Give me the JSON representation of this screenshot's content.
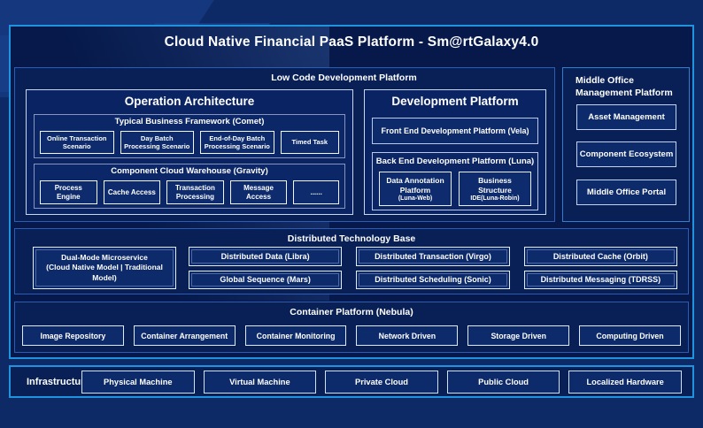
{
  "title": "Cloud Native Financial PaaS Platform - Sm@rtGalaxy4.0",
  "colors": {
    "background": "#0d2a66",
    "panel_fill": "#06194a",
    "accent_border": "#1f93de",
    "section_border": "#2c5cb4",
    "leaf_border": "#f2f6fc",
    "text": "#ffffff"
  },
  "low_code": {
    "label": "Low Code Development Platform",
    "operation": {
      "title": "Operation Architecture",
      "comet": {
        "label": "Typical Business Framework (Comet)",
        "items": [
          "Online Transaction Scenario",
          "Day Batch Processing Scenario",
          "End-of-Day Batch Processing Scenario",
          "Timed Task"
        ]
      },
      "gravity": {
        "label": "Component Cloud Warehouse (Gravity)",
        "items": [
          "Process Engine",
          "Cache Access",
          "Transaction Processing",
          "Message Access",
          "......"
        ]
      }
    },
    "development": {
      "title": "Development Platform",
      "front_end": "Front End Development Platform (Vela)",
      "back_end": {
        "label": "Back End Development Platform (Luna)",
        "items": [
          {
            "title": "Data Annotation Platform",
            "sub": "(Luna-Web)"
          },
          {
            "title": "Business Structure",
            "sub": "IDE(Luna-Robin)"
          }
        ]
      }
    }
  },
  "middle_office": {
    "label": "Middle Office Management Platform",
    "items": [
      "Asset Management",
      "Component Ecosystem",
      "Middle Office Portal"
    ]
  },
  "distributed": {
    "label": "Distributed Technology Base",
    "dual_mode": {
      "title": "Dual-Mode Microservice",
      "sub": "(Cloud Native Model | Traditional Model)"
    },
    "items": [
      "Distributed Data (Libra)",
      "Distributed Transaction (Virgo)",
      "Distributed Cache (Orbit)",
      "Global Sequence (Mars)",
      "Distributed Scheduling (Sonic)",
      "Distributed Messaging (TDRSS)"
    ]
  },
  "container": {
    "label": "Container Platform (Nebula)",
    "items": [
      "Image Repository",
      "Container Arrangement",
      "Container Monitoring",
      "Network Driven",
      "Storage Driven",
      "Computing Driven"
    ]
  },
  "infrastructure": {
    "label": "Infrastructure",
    "items": [
      "Physical Machine",
      "Virtual Machine",
      "Private Cloud",
      "Public Cloud",
      "Localized Hardware"
    ]
  }
}
